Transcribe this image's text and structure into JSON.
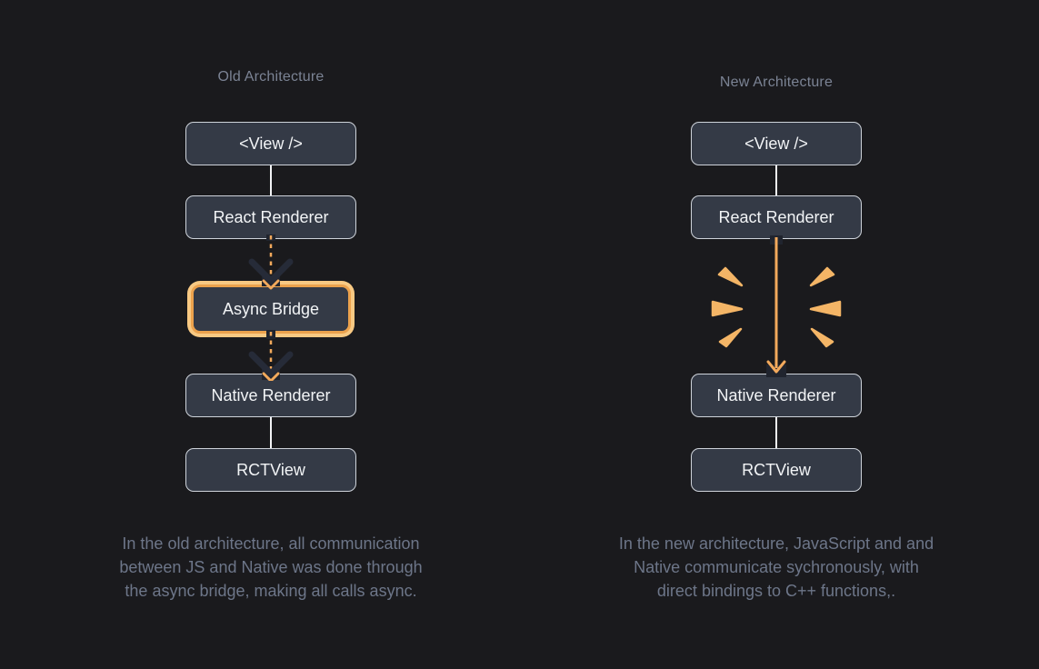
{
  "colors": {
    "background": "#1a1a1d",
    "node_fill": "#343a46",
    "node_border": "#ced3da",
    "node_text": "#f2f4f6",
    "accent_orange": "#f2a95c",
    "spark_orange": "#f4b566",
    "highlight_ring_outer": "#f8c983",
    "highlight_ring_inner": "#eca24d",
    "dark_chevron": "#262b38",
    "title_text": "#7b8394",
    "caption_text": "#6d7689"
  },
  "old": {
    "title": "Old Architecture",
    "nodes": {
      "view": "<View />",
      "react_renderer": "React Renderer",
      "async_bridge": "Async Bridge",
      "native_renderer": "Native Renderer",
      "rctview": "RCTView"
    },
    "caption": [
      "In the old architecture, all communication",
      "between JS and Native was done through",
      "the async bridge, making all calls async."
    ]
  },
  "new": {
    "title": "New Architecture",
    "nodes": {
      "view": "<View />",
      "react_renderer": "React Renderer",
      "native_renderer": "Native Renderer",
      "rctview": "RCTView"
    },
    "caption": [
      "In the new architecture, JavaScript and and",
      "Native communicate sychronously, with",
      "direct bindings to C++ functions,."
    ]
  }
}
